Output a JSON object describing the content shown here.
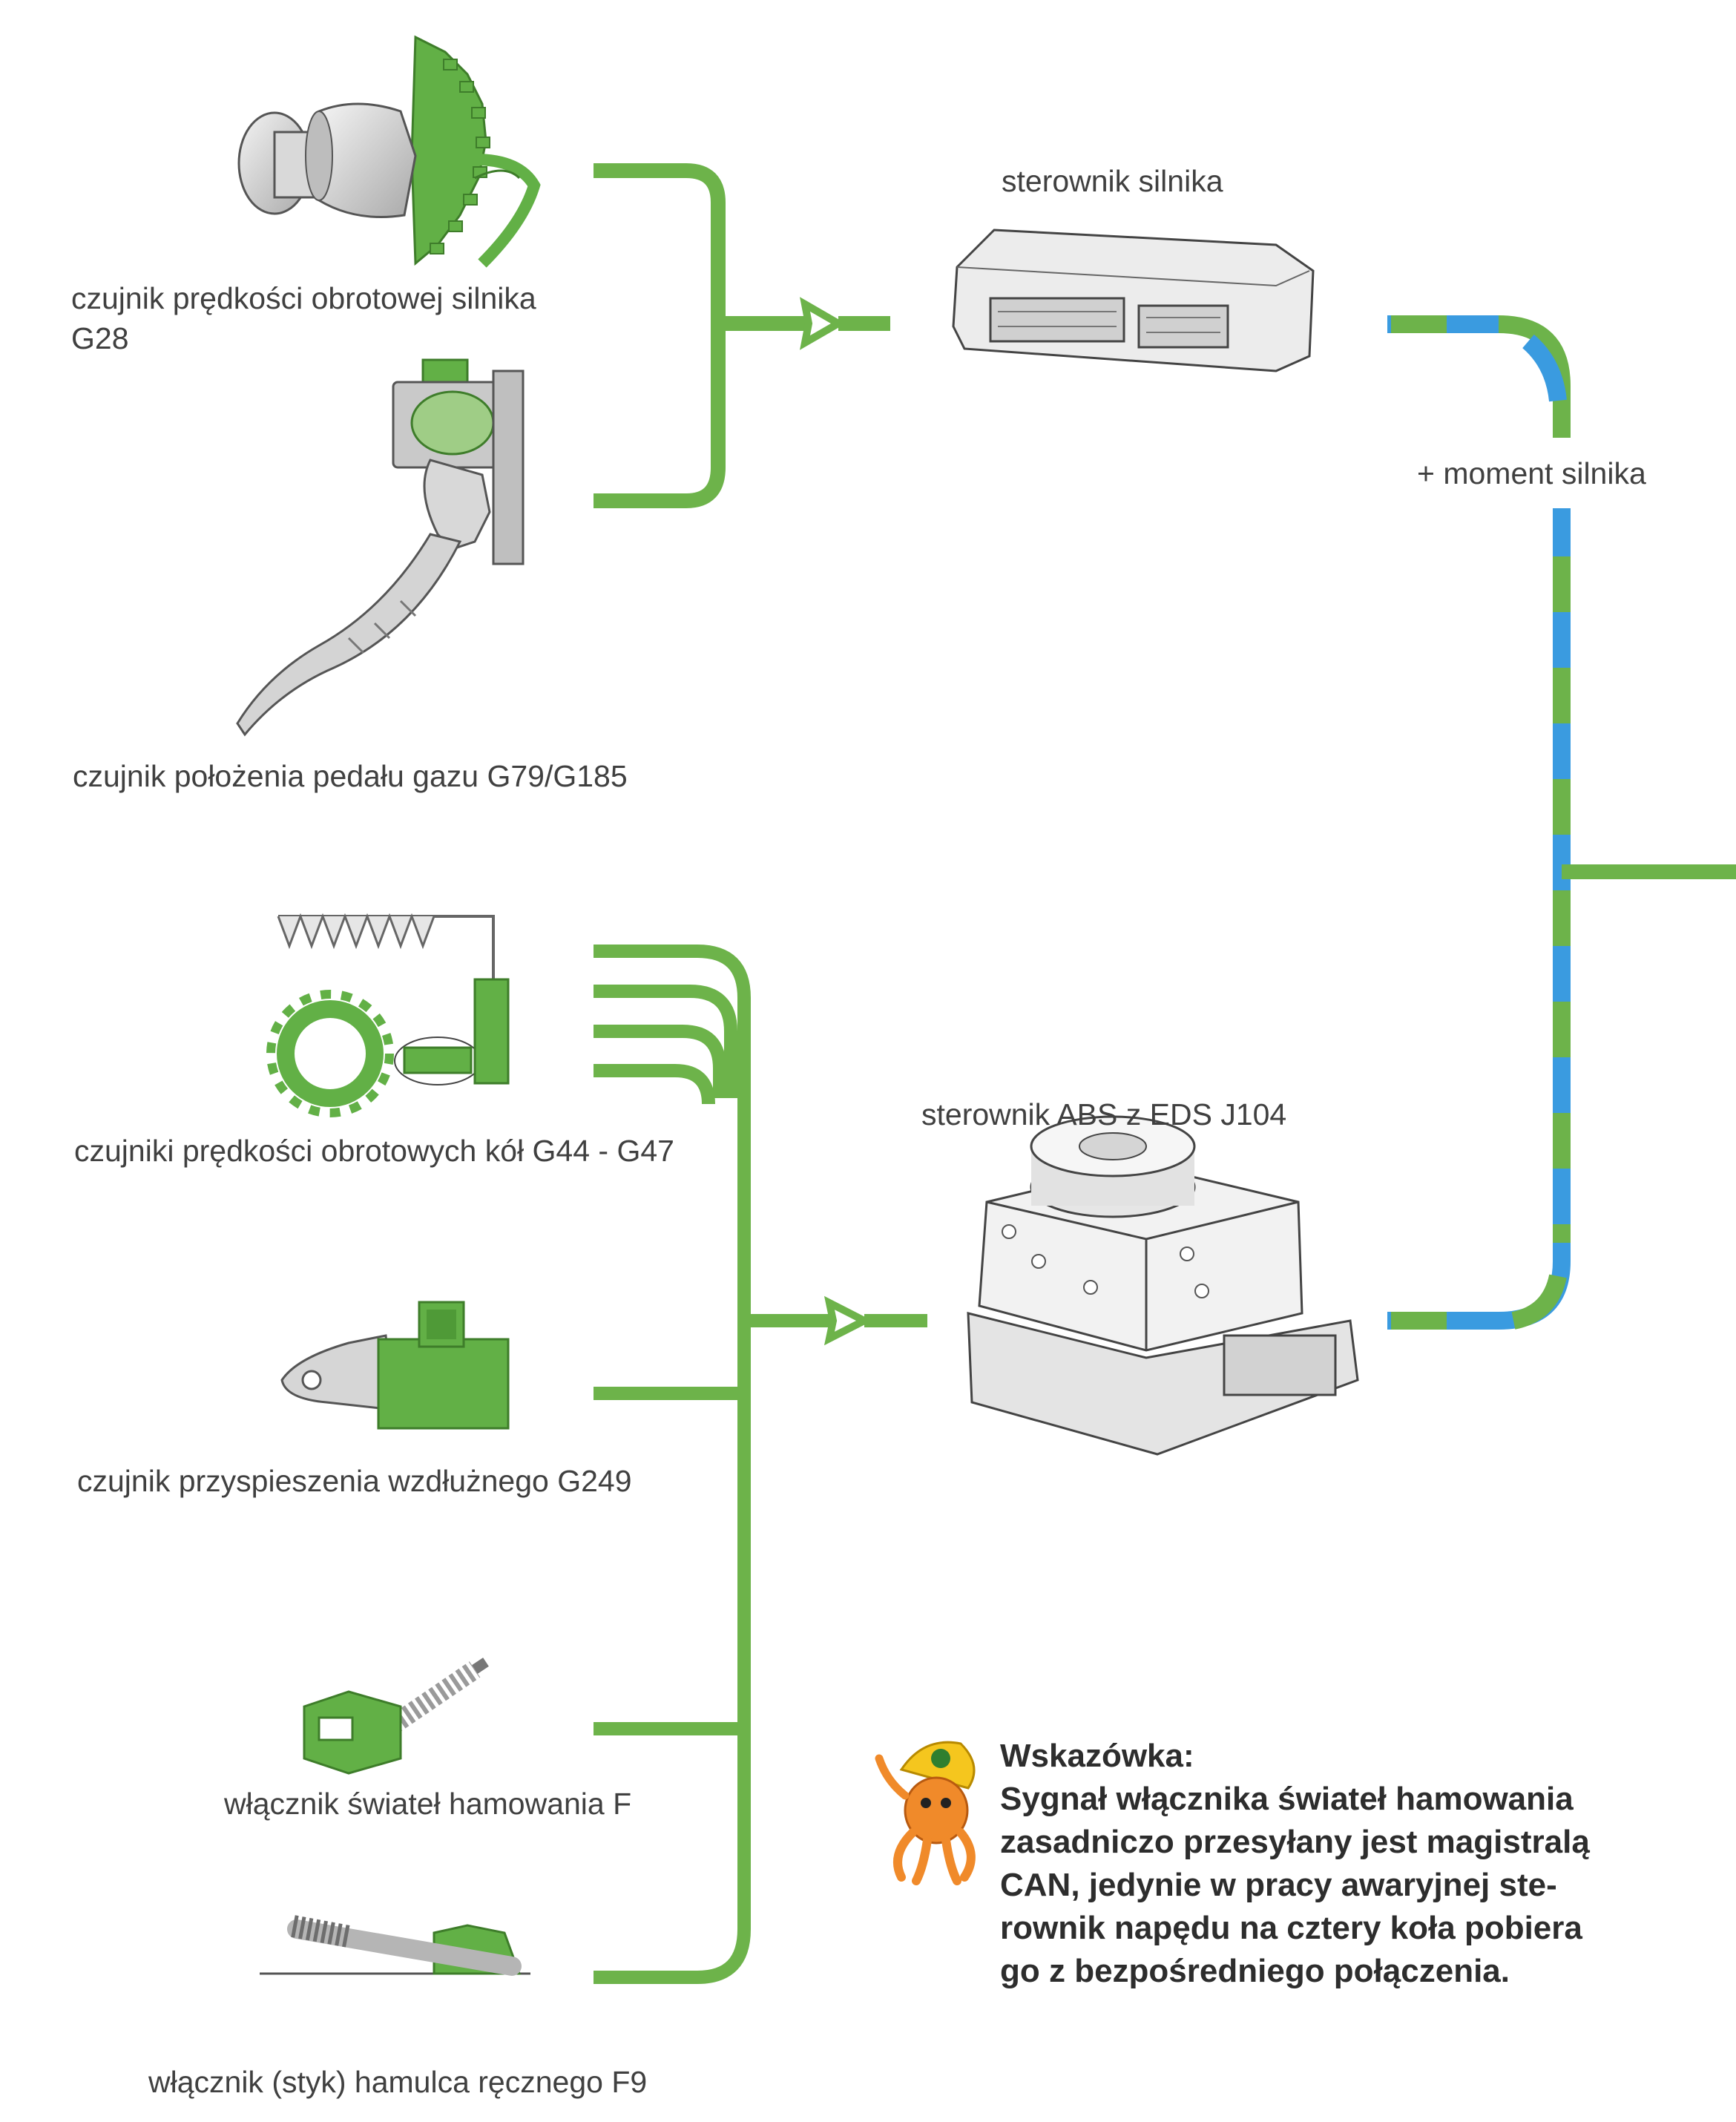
{
  "sensors": {
    "engine_speed": "czujnik prędkości obrotowej silnika",
    "engine_speed_code": "G28",
    "pedal": "czujnik położenia pedału gazu G79/G185",
    "wheel_speed": "czujniki prędkości obrotowych kół G44 - G47",
    "longitudinal_accel": "czujnik przyspieszenia wzdłużnego G249",
    "brake_light_switch": "włącznik świateł hamowania F",
    "handbrake_switch": "włącznik (styk) hamulca ręcznego F9"
  },
  "controllers": {
    "engine": "sterownik silnika",
    "abs": "sterownik ABS z EDS J104"
  },
  "bus_label": "+ moment silnika",
  "note": {
    "title": "Wskazówka:",
    "lines": [
      "Sygnał włącznika świateł hamowania",
      "zasadniczo przesyłany jest magistralą",
      "CAN, jedynie w pracy awaryjnej ste-",
      "rownik napędu na cztery koła pobiera",
      "go z bezpośredniego połączenia."
    ]
  },
  "colors": {
    "green_line": "#6db34a",
    "blue_line": "#3a9be0",
    "component_green": "#62b046",
    "component_gray": "#cfcfcf",
    "mascot_orange": "#f08a2a",
    "mascot_cap": "#f5c61e"
  },
  "icons": [
    "engine-speed-sensor-icon",
    "accelerator-pedal-icon",
    "wheel-speed-sensor-icon",
    "accel-sensor-icon",
    "brake-light-switch-icon",
    "handbrake-switch-icon",
    "engine-ecu-icon",
    "abs-unit-icon",
    "mascot-icon"
  ]
}
